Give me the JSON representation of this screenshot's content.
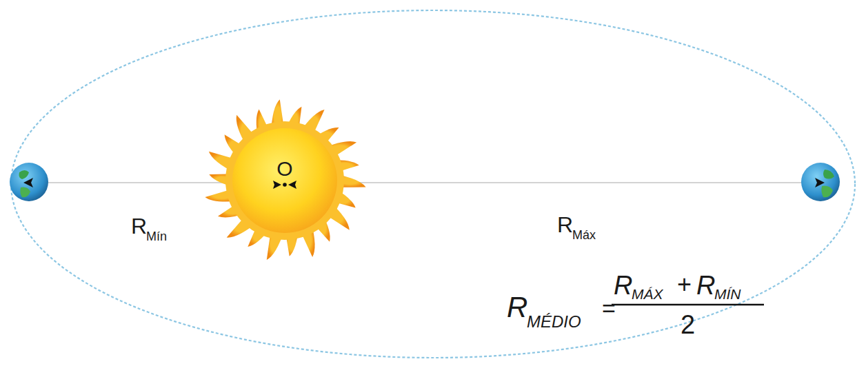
{
  "diagram": {
    "labels": [
      "R",
      "Mín",
      "O",
      "R",
      "Máx",
      "R",
      "MÉDIO",
      "=",
      "R",
      "MÁX",
      "+",
      "R",
      "MÍN",
      "2"
    ]
  }
}
